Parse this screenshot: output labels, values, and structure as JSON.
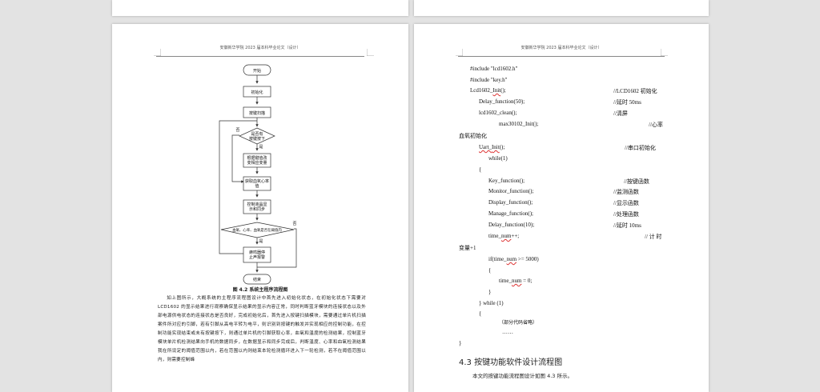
{
  "header": {
    "text": "安徽新华学院 2023 届本科毕业论文（设计）"
  },
  "flowchart": {
    "start": "开始",
    "init": "初始化",
    "scan": "按键扫描",
    "decision1": [
      "是否有",
      "按键按下"
    ],
    "no1": "否",
    "yes1": "是",
    "update": [
      "根据键值改",
      "变相应变量"
    ],
    "read": [
      "获取血氧心率",
      "值"
    ],
    "display": [
      "控制液晶显",
      "示和同步"
    ],
    "decision2": "血氧、心率、血氧是否在阈值内",
    "no2": "否",
    "yes2": "是",
    "alarm": [
      "蜂鸣器停",
      "止声报警"
    ],
    "end": "结束"
  },
  "caption": "图 4.2  系统主程序流程图",
  "paragraph": "如上图所示，大概系统的主程序流程图设计中首先进入初始化状态，在初始化状态下需要对 LCD1602 的显示结果进行观察确保显示结果的显示内容正常，同时判断蓝牙模块的连接状态以及外部电源供电状态的连接状态是否良好，完成初始化后，首先进入按键扫描模块，需要通过单片机扫描案件所对应的引脚，若有引脚从高电平转为电平，则识别到按键的触发并实现相应的控制功能，在控制功能实现结束或未有按键按下，则通过单片机的引脚获取心率，血氧和温度的检测结果，控制蓝牙模块单片机检测结果向手机的数据同步，在数据显示和同步完成后，判断温度、心率和血氧检测结果我在所设定的阈值范围以内，若在范围以内则结束本轮检测循环进入下一轮检测，若不在阈值范围以内，则需要控制蜂",
  "code": {
    "l1": "#include \"lcd1602.h\"",
    "l2": "#include \"key.h\"",
    "l3a": "Lcd1602_",
    "l3b": "Init",
    "l3c": "();",
    "c3": "//LCD1602 初始化",
    "l4": "Delay_function(50);",
    "c4": "//延时 50ms",
    "l5": "lcd1602_clean();",
    "c5": "//清屏",
    "l6": "max30102_Init();",
    "c6": "//心率",
    "l7": "血氧初始化",
    "l8a": "Uart_",
    "l8b": "Init",
    "l8c": "();",
    "c8": "//串口初始化",
    "l9": "while(1)",
    "l10": "{",
    "l11": "Key_function();",
    "c11": "//按键函数",
    "l12": "Monitor_function();",
    "c12": "//监测函数",
    "l13": "Display_function();",
    "c13": "//显示函数",
    "l14": "Manage_function();",
    "c14": "//处理函数",
    "l15": "Delay_function(10);",
    "c15": "//延时 10ms",
    "l16a": "time_",
    "l16b": "num",
    "l16c": "++;",
    "c16": "// 计 时",
    "l17": "变量+1",
    "l18a": "if(time_",
    "l18b": "num",
    "l18c": " >= 5000)",
    "l19": "{",
    "l20a": "time_",
    "l20b": "num",
    "l20c": " = 0;",
    "l21": "}",
    "l22": "}    while (1)",
    "l23": "{",
    "l24": "（部分代码省略）",
    "l25": "……",
    "l26": "}"
  },
  "section_heading": "4.3 按键功能软件设计流程图",
  "section_body": "本文的按键功能流程图设计如图 4.3 所示。"
}
